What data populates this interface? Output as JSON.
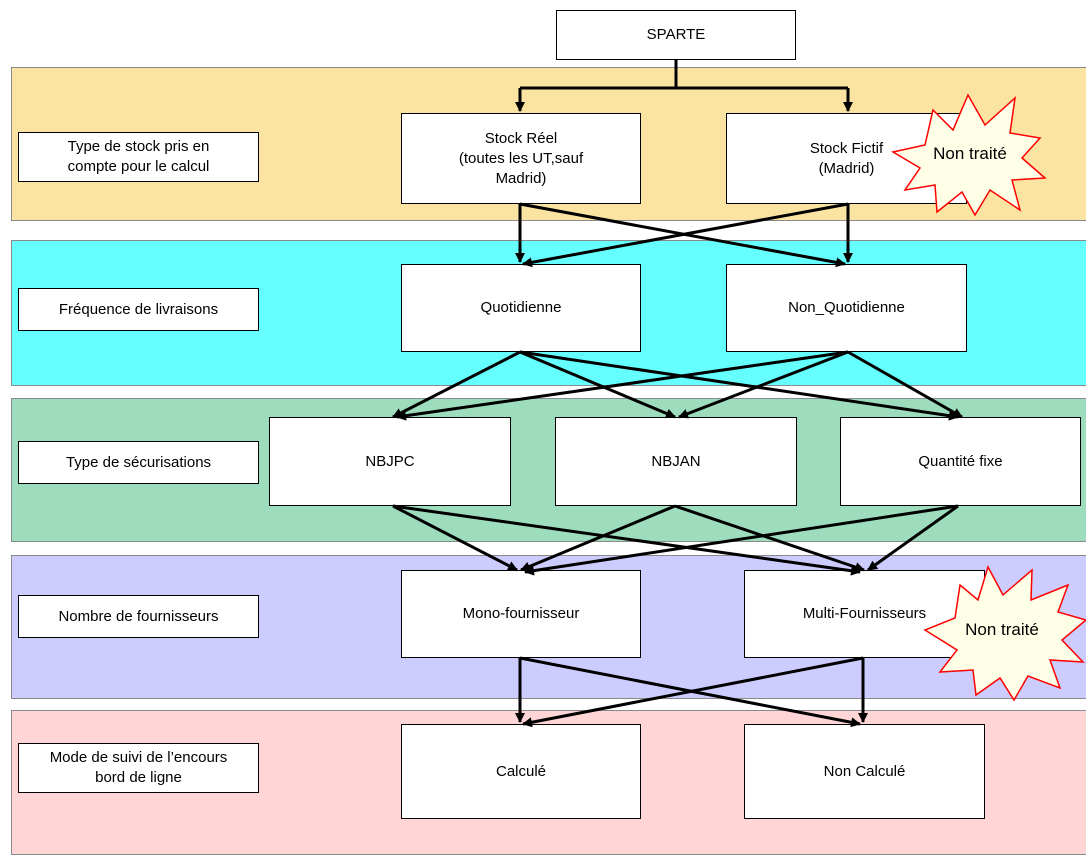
{
  "colors": {
    "stock_band": "#fbe3a1",
    "frequency_band": "#66ffff",
    "securing_band": "#9edcbe",
    "suppliers_band": "#ccccff",
    "tracking_band": "#ffd5d5",
    "burst_fill": "#ffffe8",
    "burst_stroke": "#ff0000"
  },
  "root": {
    "label": "SPARTE"
  },
  "rows": {
    "stock": {
      "label": "Type de stock pris en\ncompte pour le calcul",
      "nodes": [
        {
          "label": "Stock Réel\n(toutes les UT,sauf\nMadrid)"
        },
        {
          "label": "Stock Fictif\n(Madrid)"
        }
      ]
    },
    "frequency": {
      "label": "Fréquence de livraisons",
      "nodes": [
        {
          "label": "Quotidienne"
        },
        {
          "label": "Non_Quotidienne"
        }
      ]
    },
    "securing": {
      "label": "Type de sécurisations",
      "nodes": [
        {
          "label": "NBJPC"
        },
        {
          "label": "NBJAN"
        },
        {
          "label": "Quantité fixe"
        }
      ]
    },
    "suppliers": {
      "label": "Nombre de fournisseurs",
      "nodes": [
        {
          "label": "Mono-fournisseur"
        },
        {
          "label": "Multi-Fournisseurs"
        }
      ]
    },
    "tracking": {
      "label": "Mode de suivi de l’encours\nbord de ligne",
      "nodes": [
        {
          "label": "Calculé"
        },
        {
          "label": "Non Calculé"
        }
      ]
    }
  },
  "badges": [
    {
      "label": "Non traité"
    },
    {
      "label": "Non traité"
    }
  ]
}
